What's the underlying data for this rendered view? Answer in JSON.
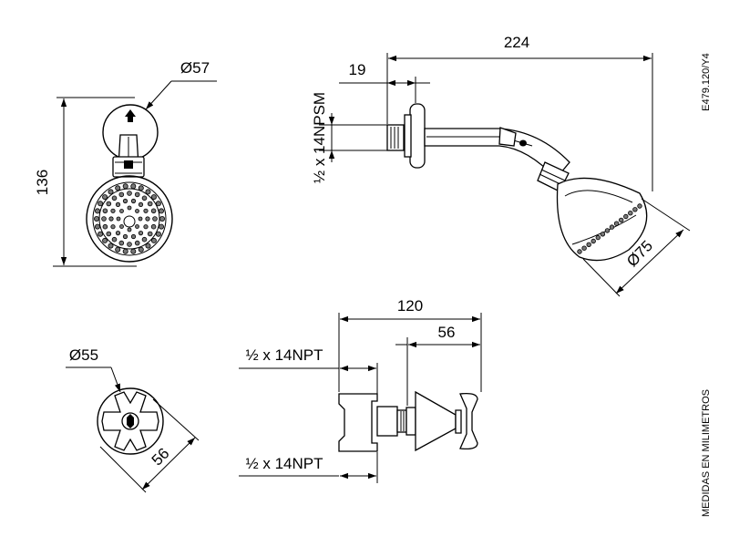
{
  "labels": {
    "front_diameter": "Ø57",
    "front_height": "136",
    "side_length": "224",
    "side_flange": "19",
    "side_thread": "½ x 14NPSM",
    "side_head_diameter": "Ø75",
    "doc_code": "E479.120/Y4",
    "valve_front_diameter": "Ø55",
    "valve_front_width": "56",
    "valve_length": "120",
    "valve_handle": "56",
    "valve_thread_top": "½ x 14NPT",
    "valve_thread_bottom": "½ x 14NPT",
    "units_note": "MEDIDAS EN MILIMETROS"
  }
}
